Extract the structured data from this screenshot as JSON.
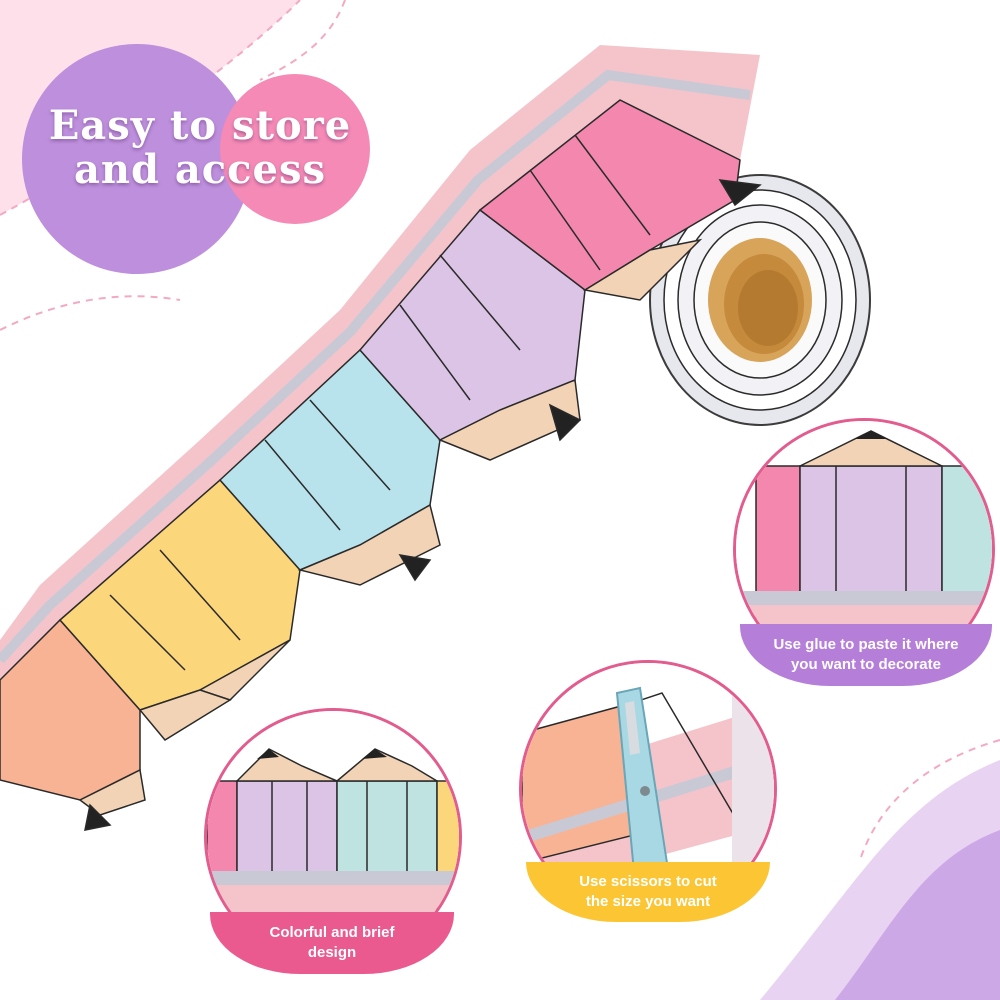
{
  "headline": {
    "line1": "Easy to store",
    "line2": "and access"
  },
  "captions": {
    "glue": "Use glue to paste it where\nyou want to decorate",
    "scissors": "Use  scissors  to cut\nthe size  you want",
    "colorful": "Colorful  and brief\ndesign"
  },
  "colors": {
    "badge_purple": "#bd8fdc",
    "badge_pink": "#f48ab5",
    "caption_purple": "#b57fd9",
    "caption_yellow": "#fbc534",
    "caption_pink": "#ea5a8f",
    "pencil_pink": "#f387ad",
    "pencil_lavender": "#dcc4e6",
    "pencil_blue": "#b9e3ec",
    "pencil_yellow": "#fcd67a",
    "pencil_peach": "#f7b394",
    "pencil_teal": "#bfe3e1",
    "band_pink": "#f5c4ca",
    "glitter_silver": "#c9c9d6"
  }
}
